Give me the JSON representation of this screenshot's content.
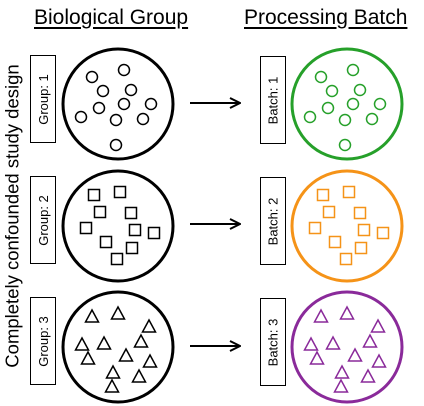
{
  "headers": {
    "left": "Biological Group",
    "right": "Processing Batch"
  },
  "side_title": "Completely confounded study design",
  "rows": [
    {
      "group_label": "Group: 1",
      "batch_label": "Batch: 1",
      "shape": "circle",
      "batch_color": "#26a02a"
    },
    {
      "group_label": "Group: 2",
      "batch_label": "Batch: 2",
      "shape": "square",
      "batch_color": "#f59318"
    },
    {
      "group_label": "Group: 3",
      "batch_label": "Batch: 3",
      "shape": "triangle",
      "batch_color": "#8a2a9a"
    }
  ]
}
